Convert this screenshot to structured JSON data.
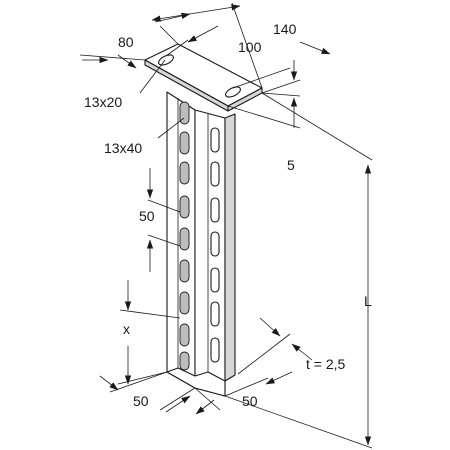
{
  "labels": {
    "plate_width": "80",
    "plate_length": "140",
    "hole_spacing": "100",
    "plate_hole": "13x20",
    "rail_slot": "13x40",
    "plate_thickness_gap": "5",
    "slot_pitch": "50",
    "offset": "x",
    "length": "L",
    "thickness": "t = 2,5",
    "profile_width_left": "50",
    "profile_width_right": "50"
  }
}
